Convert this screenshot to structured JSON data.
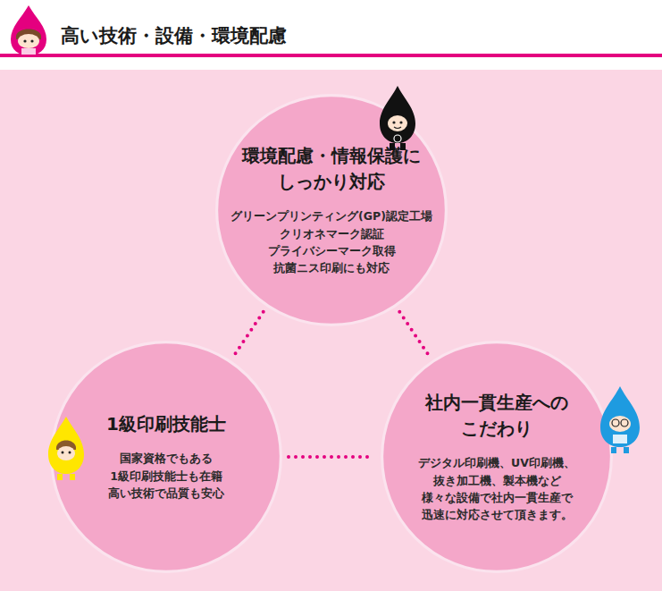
{
  "diagram": {
    "title": "高い技術・設備・環境配慮",
    "nodes": [
      {
        "text": [
          "環境配慮・情報保護に しっかり対応",
          "グリーンプリンティング(GP)認定工場 クリオネマーク認証 プライバシーマーク取得 抗菌ニス印刷にも対応"
        ]
      },
      {
        "text": [
          "1級印刷技能士",
          "国家資格でもある 1級印刷技能士も在籍 高い技術で品質も安心"
        ]
      },
      {
        "text": [
          "社内一貫生産への こだわり",
          "デジタル印刷機、UV印刷機、 抜き加工機、製本機など 様々な設備で社内一貫生産で 迅速に対応させて頂きます。"
        ]
      }
    ],
    "edges": [
      {
        "from": 0,
        "to": 1,
        "arrow": "none"
      },
      {
        "from": 0,
        "to": 2,
        "arrow": "none"
      },
      {
        "from": 1,
        "to": 2,
        "arrow": "none"
      }
    ]
  }
}
